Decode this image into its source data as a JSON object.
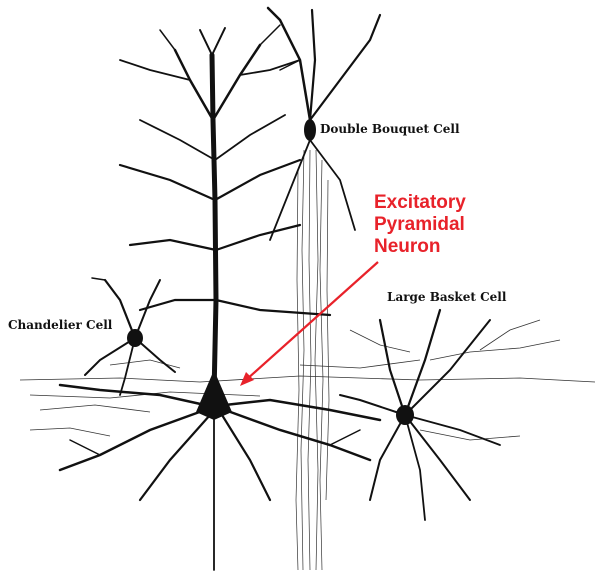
{
  "diagram": {
    "labels": {
      "double_bouquet": "Double Bouquet Cell",
      "pyramidal_line1": "Excitatory",
      "pyramidal_line2": "Pyramidal",
      "pyramidal_line3": "Neuron",
      "large_basket": "Large Basket Cell",
      "chandelier": "Chandelier Cell"
    },
    "colors": {
      "ink": "#111111",
      "highlight": "#e8222a"
    }
  }
}
